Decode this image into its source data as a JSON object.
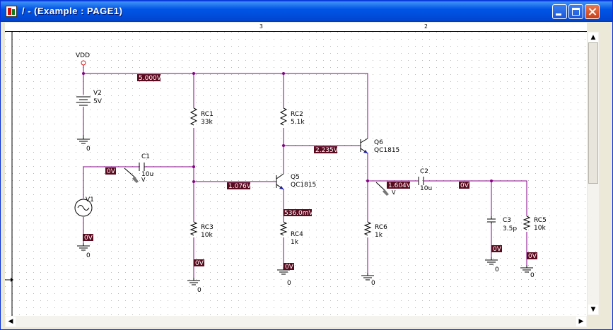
{
  "window": {
    "title": "/ - (Example : PAGE1)",
    "accent": "#0055e5"
  },
  "ruler": {
    "labels": [
      "3",
      "2"
    ]
  },
  "schematic": {
    "wire_color": "#880088",
    "label_bg": "#5a0a1e",
    "components": [
      {
        "ref": "VDD"
      },
      {
        "ref": "V2",
        "value": "5V"
      },
      {
        "ref": "RC1",
        "value": "33k"
      },
      {
        "ref": "RC2",
        "value": "5.1k"
      },
      {
        "ref": "Q6",
        "value": "QC1815"
      },
      {
        "ref": "C1",
        "value": "10u"
      },
      {
        "ref": "V1"
      },
      {
        "ref": "Q5",
        "value": "QC1815"
      },
      {
        "ref": "RC3",
        "value": "10k"
      },
      {
        "ref": "RC4",
        "value": "1k"
      },
      {
        "ref": "RC6",
        "value": "1k"
      },
      {
        "ref": "C2",
        "value": "10u"
      },
      {
        "ref": "C3",
        "value": "3.5p"
      },
      {
        "ref": "RC5",
        "value": "10k"
      }
    ],
    "voltages": [
      "5.000V",
      "2.235V",
      "0V",
      "1.076V",
      "536.0mV",
      "1.604V",
      "0V",
      "0V",
      "0V",
      "0V",
      "0V",
      "0V"
    ],
    "grounds": [
      "0",
      "0",
      "0",
      "0",
      "0",
      "0",
      "0"
    ],
    "probe_label": "V"
  },
  "scroll": {
    "up": "▲",
    "down": "▼",
    "left": "◀",
    "right": "▶"
  }
}
